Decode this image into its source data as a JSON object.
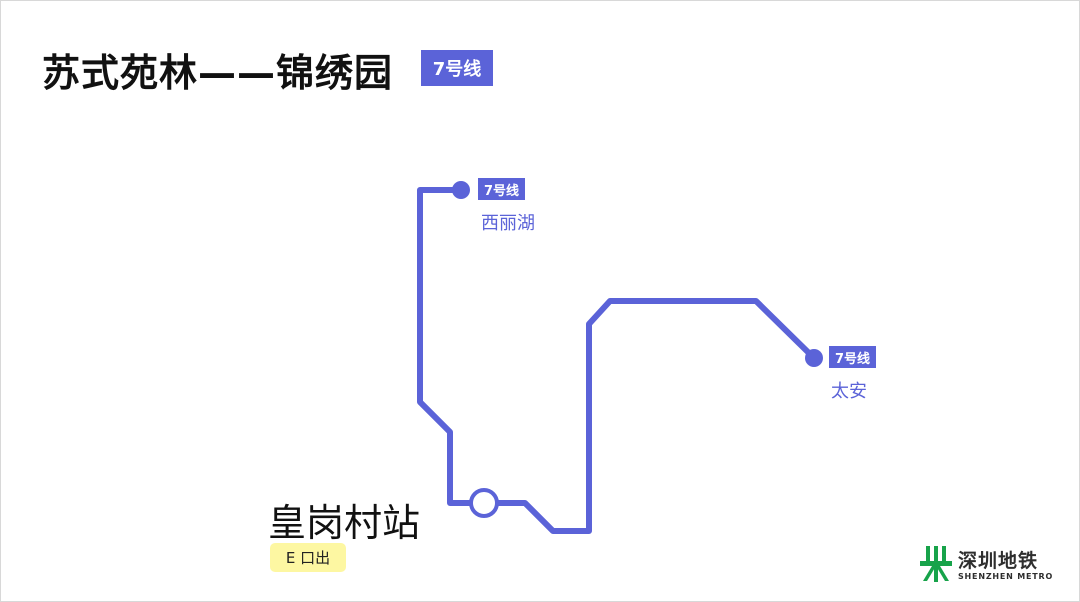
{
  "header": {
    "title": "苏式苑林——锦绣园",
    "line_badge": "7号线"
  },
  "route": {
    "line_color": "#5b63d8",
    "terminals": [
      {
        "badge": "7号线",
        "name": "西丽湖"
      },
      {
        "badge": "7号线",
        "name": "太安"
      }
    ]
  },
  "station": {
    "name": "皇岗村站",
    "exit_label": "E 口出",
    "exit_color": "#fdf7a2"
  },
  "logo": {
    "name_cn": "深圳地铁",
    "name_en": "SHENZHEN METRO",
    "mark_color": "#17a34a"
  }
}
